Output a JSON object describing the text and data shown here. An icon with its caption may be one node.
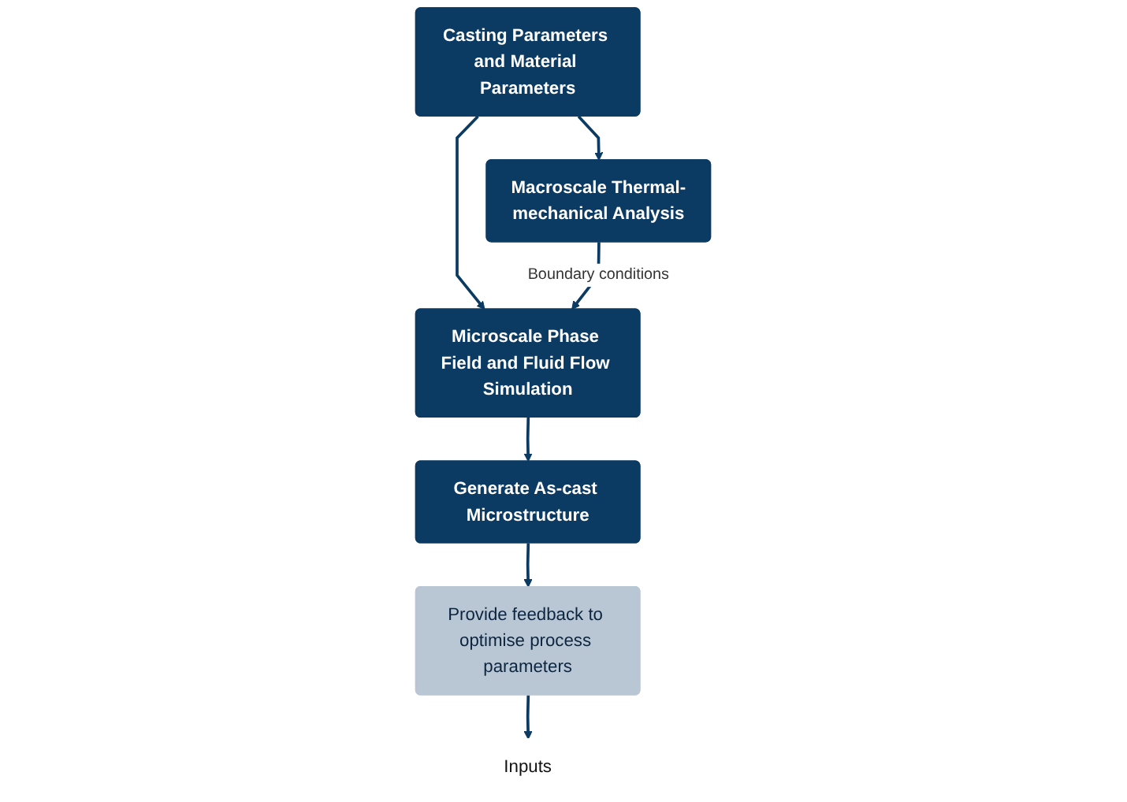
{
  "diagram": {
    "nodes": [
      {
        "text": [
          "Macroscale Thermal-mechanical Analysis"
        ]
      },
      {
        "text": [
          "Casting Parameters and Material Parameters"
        ]
      },
      {
        "text": [
          "Microscale Phase Field and Fluid Flow Simulation"
        ]
      },
      {
        "text": [
          "Generate As-cast Microstructure"
        ]
      },
      {
        "text": [
          "Provide feedback to optimise process parameters"
        ]
      },
      {
        "text": [
          "Inputs"
        ]
      }
    ],
    "edges": [
      {
        "from": 1,
        "to": 0,
        "arrow": "to"
      },
      {
        "from": 1,
        "to": 2,
        "arrow": "to"
      },
      {
        "from": 0,
        "to": 2,
        "arrow": "to",
        "label": "Boundary conditions"
      },
      {
        "from": 2,
        "to": 3,
        "arrow": "to"
      },
      {
        "from": 3,
        "to": 4,
        "arrow": "to"
      },
      {
        "from": 4,
        "to": 5,
        "arrow": "to"
      }
    ]
  }
}
